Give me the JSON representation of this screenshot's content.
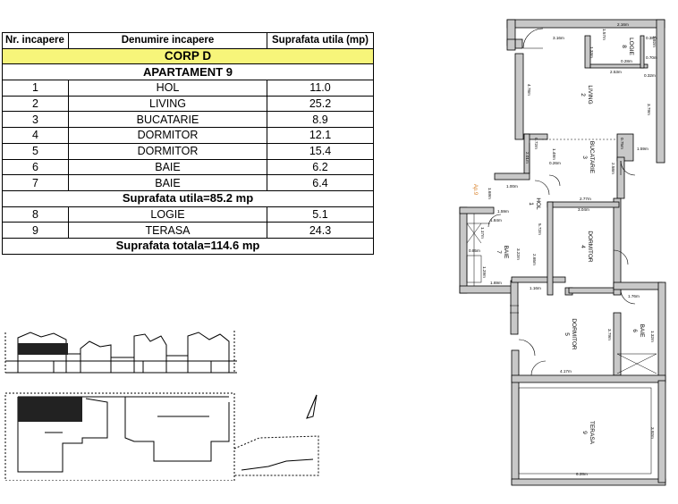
{
  "table": {
    "headers": {
      "nr": "Nr. incapere",
      "name": "Denumire incapere",
      "area": "Suprafata utila (mp)"
    },
    "building": "CORP D",
    "apartment": "APARTAMENT 9",
    "rooms": [
      {
        "nr": "1",
        "name": "HOL",
        "area": "11.0"
      },
      {
        "nr": "2",
        "name": "LIVING",
        "area": "25.2"
      },
      {
        "nr": "3",
        "name": "BUCATARIE",
        "area": "8.9"
      },
      {
        "nr": "4",
        "name": "DORMITOR",
        "area": "12.1"
      },
      {
        "nr": "5",
        "name": "DORMITOR",
        "area": "15.4"
      },
      {
        "nr": "6",
        "name": "BAIE",
        "area": "6.2"
      },
      {
        "nr": "7",
        "name": "BAIE",
        "area": "6.4"
      }
    ],
    "useful_total": "Suprafata utila=85.2 mp",
    "outdoor": [
      {
        "nr": "8",
        "name": "LOGIE",
        "area": "5.1"
      },
      {
        "nr": "9",
        "name": "TERASA",
        "area": "24.3"
      }
    ],
    "grand_total": "Suprafata totala=114.6 mp"
  },
  "plan": {
    "apt_label": "Ap.9",
    "rooms": [
      {
        "name": "LOGIE",
        "nr": "8"
      },
      {
        "name": "LIVING",
        "nr": "2"
      },
      {
        "name": "BUCATARIE",
        "nr": "3"
      },
      {
        "name": "HOL",
        "nr": "1"
      },
      {
        "name": "DORMITOR",
        "nr": "4"
      },
      {
        "name": "BAIE",
        "nr": "7"
      },
      {
        "name": "DORMITOR",
        "nr": "5"
      },
      {
        "name": "BAIE",
        "nr": "6"
      },
      {
        "name": "TERASA",
        "nr": "9"
      }
    ],
    "dims": [
      "2.16m",
      "3.16m",
      "1.57m",
      "0.38m",
      "1.33m",
      "0.70m",
      "0.28m",
      "1.92m",
      "2.53m",
      "0.32m",
      "4.78m",
      "3.79m",
      "0.75m",
      "1.59m",
      "0.72m",
      "2.01m",
      "1.49m",
      "1.00m",
      "0.26m",
      "2.58m",
      "2.77m",
      "3.04m",
      "1.84m",
      "1.17m",
      "1.59m",
      "1.69m",
      "5.72m",
      "0.85m",
      "3.22m",
      "2.65m",
      "1.29m",
      "1.69m",
      "1.16m",
      "1.76m",
      "3.79m",
      "1.32m",
      "4.17m",
      "3.92m",
      "6.28m"
    ]
  },
  "colors": {
    "corp_band": "#f7f57a",
    "wall": "#c8c8c8"
  }
}
